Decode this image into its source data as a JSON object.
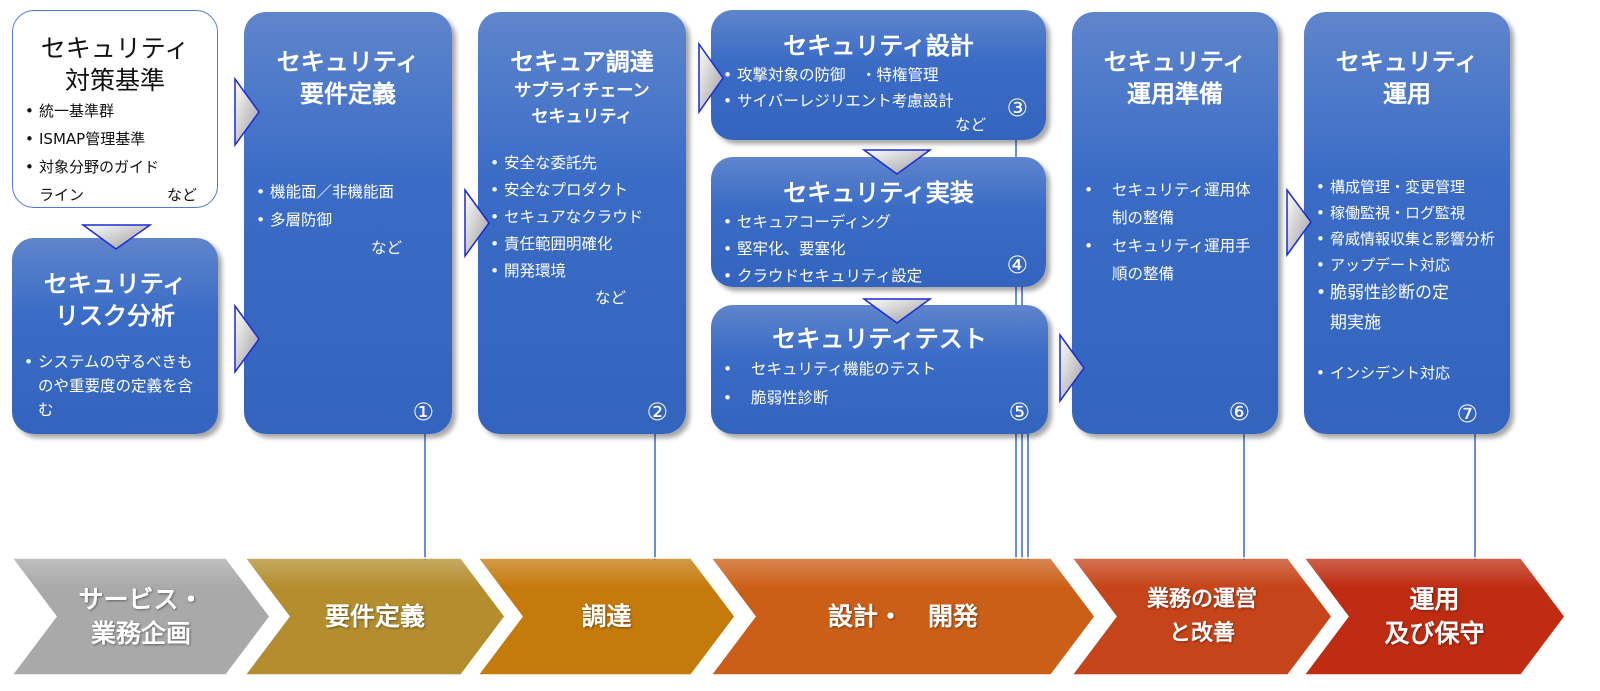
{
  "boxes": {
    "standards": {
      "title1": "セキュリティ",
      "title2": "対策基準",
      "items": [
        "統一基準群",
        "ISMAP管理基準",
        "対象分野のガイド"
      ],
      "last": "ライン",
      "etc": "など"
    },
    "risk": {
      "title1": "セキュリティ",
      "title2": "リスク分析",
      "items": [
        "システムの守るべきものや重要度の定義を含む"
      ]
    },
    "b1": {
      "title1": "セキュリティ",
      "title2": "要件定義",
      "items": [
        "機能面／非機能面",
        "多層防御"
      ],
      "etc": "など",
      "num": "①"
    },
    "b2": {
      "title1": "セキュア調達",
      "sub1": "サプライチェーン",
      "sub2": "セキュリティ",
      "items": [
        "安全な委託先",
        "安全なプロダクト",
        "セキュアなクラウド",
        "責任範囲明確化",
        "開発環境"
      ],
      "etc": "など",
      "num": "②"
    },
    "b3": {
      "title": "セキュリティ設計",
      "items": [
        "攻撃対象の防御　・特権管理",
        "サイバーレジリエント考慮設計"
      ],
      "etc": "など",
      "num": "③"
    },
    "b4": {
      "title": "セキュリティ実装",
      "items": [
        "セキュアコーディング",
        "堅牢化、要塞化",
        "クラウドセキュリティ設定"
      ],
      "num": "④"
    },
    "b5": {
      "title": "セキュリティテスト",
      "items": [
        "セキュリティ機能のテスト",
        "脆弱性診断"
      ],
      "num": "⑤"
    },
    "b6": {
      "title1": "セキュリティ",
      "title2": "運用準備",
      "items": [
        "セキュリティ運用体制の整備",
        "セキュリティ運用手順の整備"
      ],
      "num": "⑥"
    },
    "b7": {
      "title1": "セキュリティ",
      "title2": "運用",
      "items": [
        "構成管理・変更管理",
        "稼働監視・ログ監視",
        "脅威情報収集と影響分析",
        "アップデート対応",
        "脆弱性診断の定期実施",
        "インシデント対応"
      ],
      "num": "⑦"
    }
  },
  "phases": [
    {
      "l1": "サービス・",
      "l2": "業務企画",
      "color": "#a9a9a9"
    },
    {
      "l1": "要件定義",
      "l2": "",
      "color": "#b48d2e"
    },
    {
      "l1": "調達",
      "l2": "",
      "color": "#c57a0c"
    },
    {
      "l1": "設計・　開発",
      "l2": "",
      "color": "#cc5f18"
    },
    {
      "l1": "業務の運営",
      "l2": "と改善",
      "color": "#c6441a"
    },
    {
      "l1": "運用",
      "l2": "及び保守",
      "color": "#bf2c12"
    }
  ]
}
